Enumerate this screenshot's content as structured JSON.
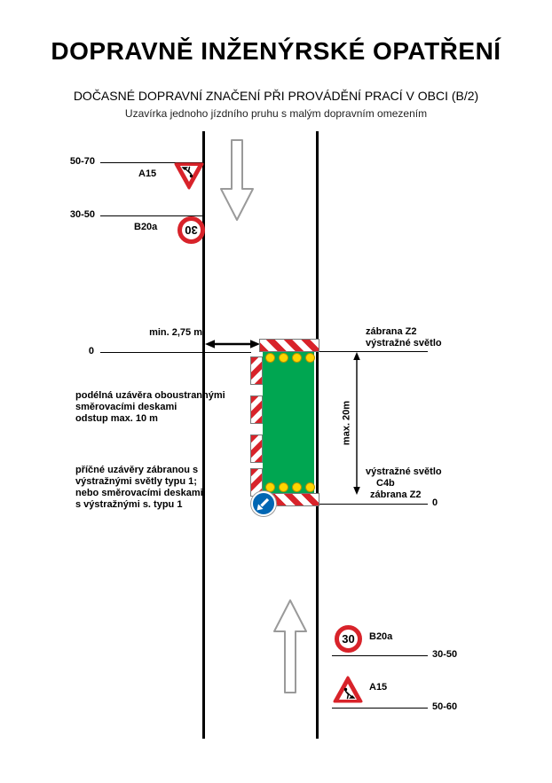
{
  "header": {
    "title": "DOPRAVNĚ INŽENÝRSKÉ OPATŘENÍ",
    "subtitle": "DOČASNÉ DOPRAVNÍ ZNAČENÍ PŘI PROVÁDĚNÍ PRACÍ V OBCI (B/2)",
    "description": "Uzavírka jednoho jízdního pruhu s malým dopravním omezením"
  },
  "top_signs": {
    "a15": {
      "code": "A15",
      "distance": "50-70"
    },
    "b20a": {
      "code": "B20a",
      "value": "30",
      "distance": "30-50"
    }
  },
  "bottom_signs": {
    "b20a": {
      "code": "B20a",
      "value": "30",
      "distance": "30-50"
    },
    "a15": {
      "code": "A15",
      "distance": "50-60"
    }
  },
  "left_annotations": {
    "zero": "0",
    "min_width": "min. 2,75 m",
    "longitudinal": "podélná uzávěra oboustrannými\nsměrovacími deskami\nodstup max. 10 m",
    "transverse": "příčné uzávěry zábranou s\nvýstražnými světly typu 1;\nnebo směrovacími deskami\ns výstražnými s. typu 1"
  },
  "right_annotations": {
    "barrier_top": "zábrana Z2",
    "light_top": "výstražné světlo",
    "max_length": "max. 20m",
    "light_bottom": "výstražné světlo",
    "c4b": "C4b",
    "barrier_bottom": "zábrana Z2",
    "zero": "0"
  },
  "colors": {
    "sign_red": "#D8232A",
    "work_zone_green": "#00A651",
    "warning_yellow": "#FFD500",
    "mandatory_blue": "#0066B3"
  }
}
